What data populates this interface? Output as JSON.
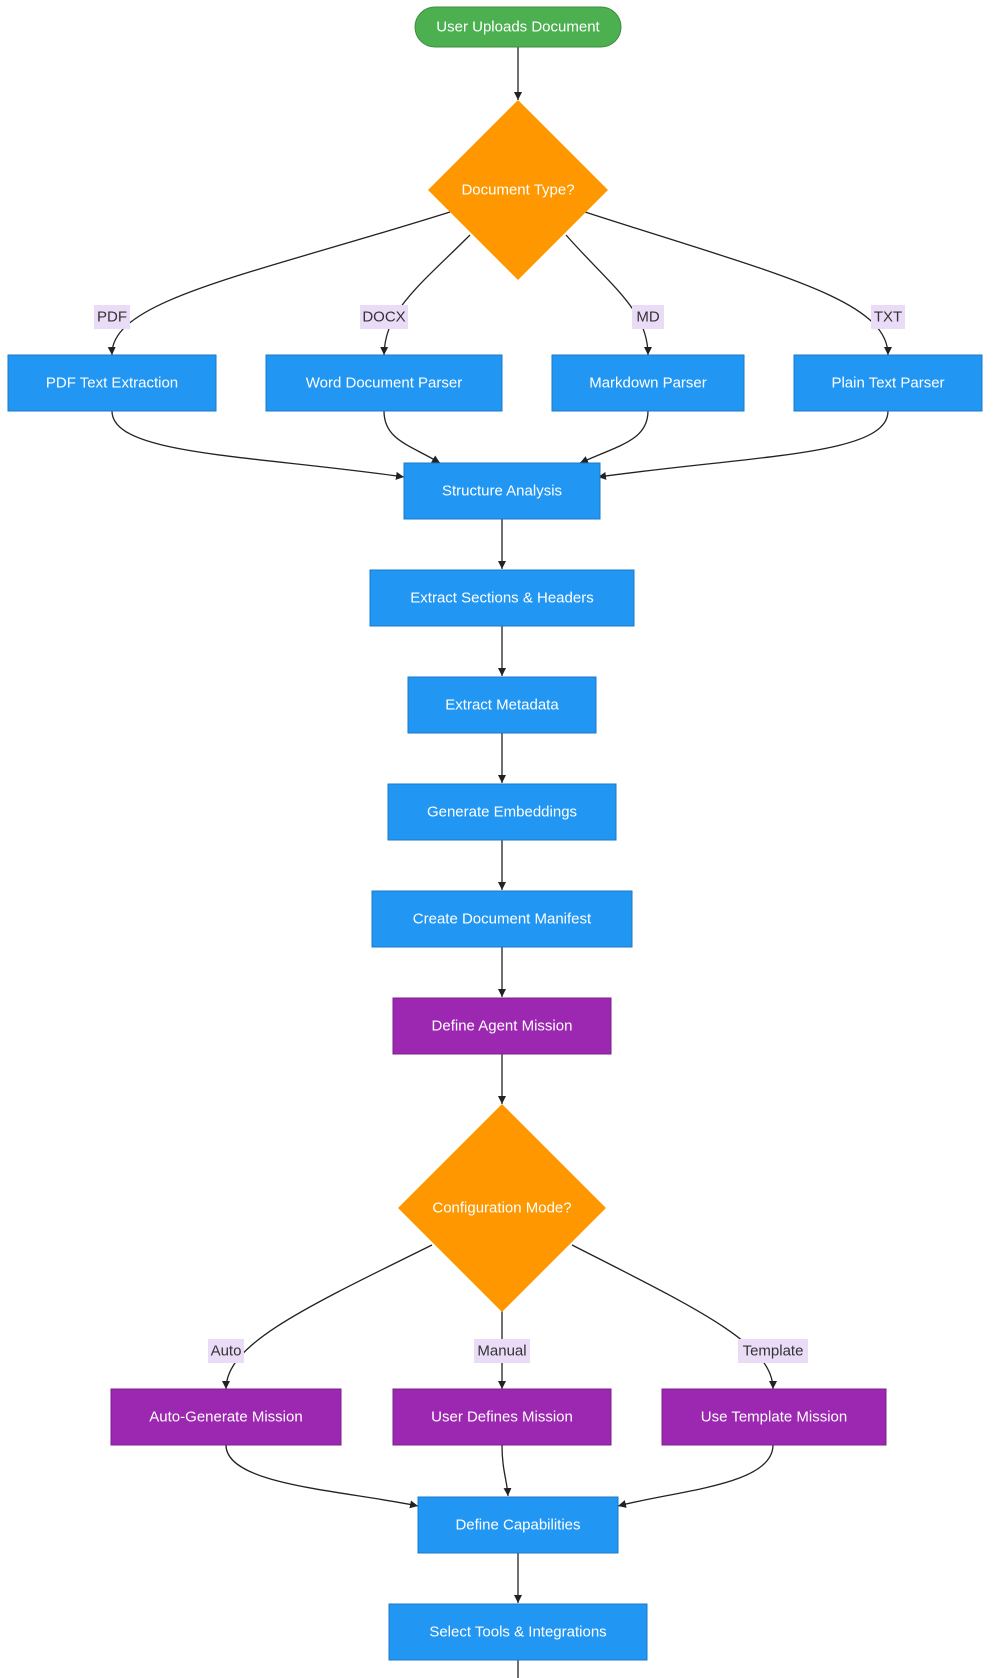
{
  "colors": {
    "start": "#4caf50",
    "decision": "#ff9800",
    "process": "#2196f3",
    "mission": "#9c27b0",
    "edge_label_bg": "#eadcf7",
    "edge": "#222222"
  },
  "nodes": {
    "start": "User Uploads Document",
    "doc_type": "Document Type?",
    "pdf": "PDF Text Extraction",
    "docx": "Word Document Parser",
    "md": "Markdown Parser",
    "txt": "Plain Text Parser",
    "structure": "Structure Analysis",
    "sections": "Extract Sections & Headers",
    "metadata": "Extract Metadata",
    "embeddings": "Generate Embeddings",
    "manifest": "Create Document Manifest",
    "mission": "Define Agent Mission",
    "config": "Configuration Mode?",
    "auto_gen": "Auto-Generate Mission",
    "user_def": "User Defines Mission",
    "template": "Use Template Mission",
    "capabilities": "Define Capabilities",
    "tools": "Select Tools & Integrations"
  },
  "edge_labels": {
    "pdf": "PDF",
    "docx": "DOCX",
    "md": "MD",
    "txt": "TXT",
    "auto": "Auto",
    "manual": "Manual",
    "template": "Template"
  }
}
